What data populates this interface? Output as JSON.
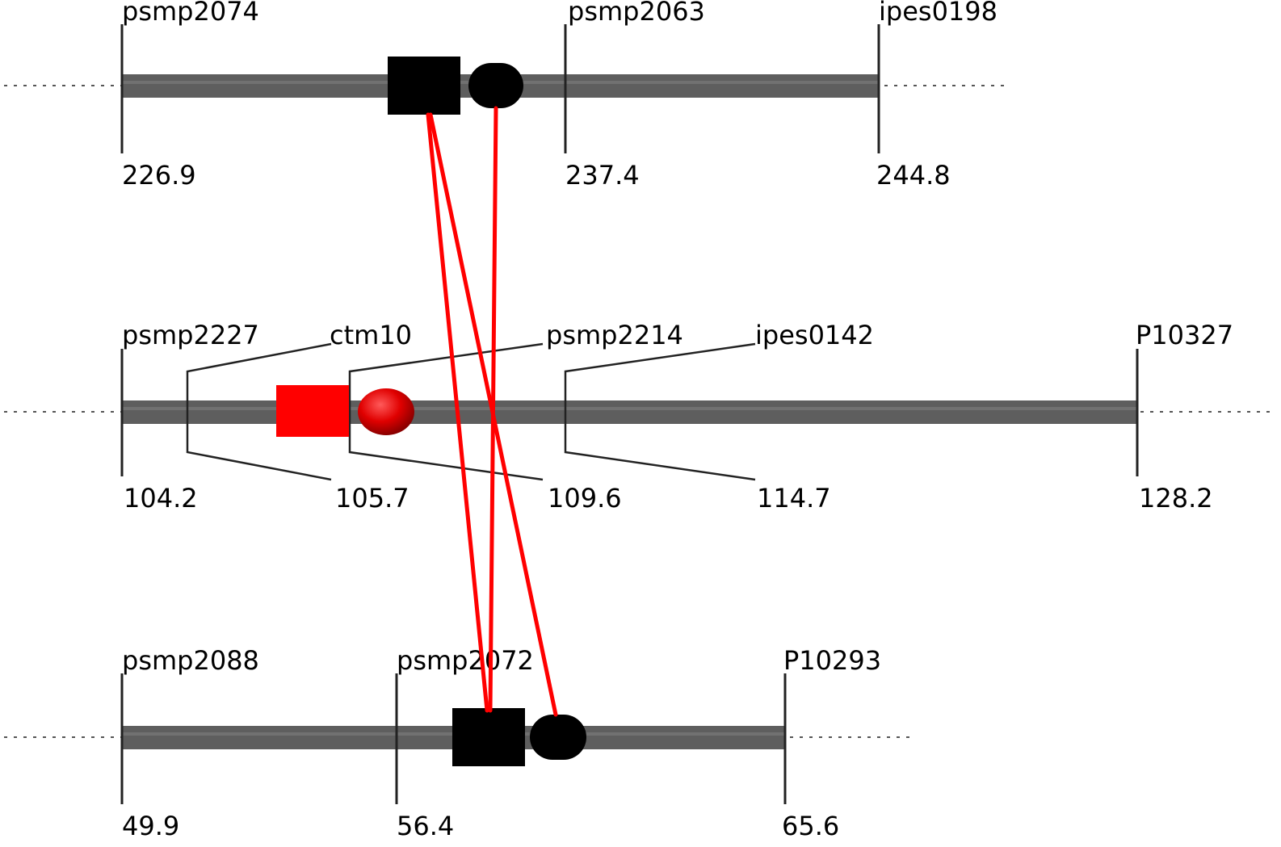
{
  "colors": {
    "chromosome": "#5e5e5e",
    "marker_dark": "#000000",
    "marker_highlight": "#ff0000",
    "link": "#ff0000"
  },
  "chromosomes": [
    {
      "id": "top",
      "markers": [
        {
          "name": "psmp2074",
          "position": "226.9"
        },
        {
          "name": "psmp2063",
          "position": "237.4"
        },
        {
          "name": "ipes0198",
          "position": "244.8"
        }
      ],
      "features": [
        "square",
        "circle"
      ],
      "feature_color": "marker_dark"
    },
    {
      "id": "middle",
      "markers": [
        {
          "name": "psmp2227",
          "position": "104.2"
        },
        {
          "name": "ctm10",
          "position": "105.7"
        },
        {
          "name": "psmp2214",
          "position": "109.6"
        },
        {
          "name": "ipes0142",
          "position": "114.7"
        },
        {
          "name": "P10327",
          "position": "128.2"
        }
      ],
      "features": [
        "square",
        "circle"
      ],
      "feature_color": "marker_highlight"
    },
    {
      "id": "bottom",
      "markers": [
        {
          "name": "psmp2088",
          "position": "49.9"
        },
        {
          "name": "psmp2072",
          "position": "56.4"
        },
        {
          "name": "P10293",
          "position": "65.6"
        }
      ],
      "features": [
        "square",
        "circle"
      ],
      "feature_color": "marker_dark"
    }
  ],
  "links": [
    {
      "from": "top.square",
      "to": "bottom.square"
    },
    {
      "from": "top.square",
      "to": "bottom.circle"
    },
    {
      "from": "top.circle",
      "to": "bottom.square"
    }
  ]
}
